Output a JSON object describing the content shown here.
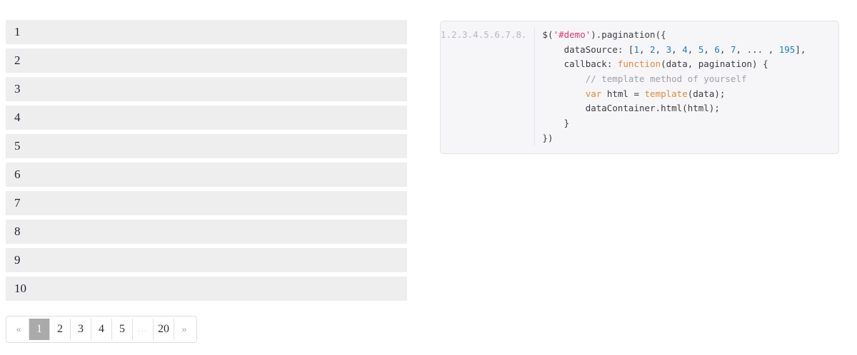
{
  "demo_list": {
    "items": [
      "1",
      "2",
      "3",
      "4",
      "5",
      "6",
      "7",
      "8",
      "9",
      "10"
    ]
  },
  "pagination": {
    "prev_label": "«",
    "next_label": "»",
    "ellipsis_label": "...",
    "pages": [
      "1",
      "2",
      "3",
      "4",
      "5"
    ],
    "last_page": "20",
    "active_page": "1",
    "active_bg": "#aaaaaa",
    "active_fg": "#ffffff"
  },
  "code": {
    "line_numbers": [
      "1.",
      "2.",
      "3.",
      "4.",
      "5.",
      "6.",
      "7.",
      "8."
    ],
    "lines": [
      {
        "n": "1.",
        "tokens": [
          {
            "t": "$(",
            "c": "plain"
          },
          {
            "t": "'#demo'",
            "c": "str"
          },
          {
            "t": ")",
            "c": "plain"
          },
          {
            "t": ".pagination({",
            "c": "plain"
          }
        ]
      },
      {
        "n": "2.",
        "tokens": [
          {
            "t": "    dataSource",
            "c": "plain"
          },
          {
            "t": ": [",
            "c": "plain"
          },
          {
            "t": "1",
            "c": "num"
          },
          {
            "t": ", ",
            "c": "plain"
          },
          {
            "t": "2",
            "c": "num"
          },
          {
            "t": ", ",
            "c": "plain"
          },
          {
            "t": "3",
            "c": "num"
          },
          {
            "t": ", ",
            "c": "plain"
          },
          {
            "t": "4",
            "c": "num"
          },
          {
            "t": ", ",
            "c": "plain"
          },
          {
            "t": "5",
            "c": "num"
          },
          {
            "t": ", ",
            "c": "plain"
          },
          {
            "t": "6",
            "c": "num"
          },
          {
            "t": ", ",
            "c": "plain"
          },
          {
            "t": "7",
            "c": "num"
          },
          {
            "t": ", ",
            "c": "plain"
          },
          {
            "t": "...",
            "c": "plain"
          },
          {
            "t": " , ",
            "c": "plain"
          },
          {
            "t": "195",
            "c": "num"
          },
          {
            "t": "],",
            "c": "plain"
          }
        ]
      },
      {
        "n": "3.",
        "tokens": [
          {
            "t": "    callback",
            "c": "plain"
          },
          {
            "t": ": ",
            "c": "plain"
          },
          {
            "t": "function",
            "c": "key"
          },
          {
            "t": "(data, pagination) {",
            "c": "plain"
          }
        ]
      },
      {
        "n": "4.",
        "tokens": [
          {
            "t": "        // template method of yourself",
            "c": "com"
          }
        ]
      },
      {
        "n": "5.",
        "tokens": [
          {
            "t": "        ",
            "c": "plain"
          },
          {
            "t": "var",
            "c": "key"
          },
          {
            "t": " html = ",
            "c": "plain"
          },
          {
            "t": "template",
            "c": "fn"
          },
          {
            "t": "(data);",
            "c": "plain"
          }
        ]
      },
      {
        "n": "6.",
        "tokens": [
          {
            "t": "        dataContainer.html(html);",
            "c": "plain"
          }
        ]
      },
      {
        "n": "7.",
        "tokens": [
          {
            "t": "    }",
            "c": "plain"
          }
        ]
      },
      {
        "n": "8.",
        "tokens": [
          {
            "t": "})",
            "c": "plain"
          }
        ]
      }
    ]
  },
  "colors": {
    "list_bg": "#eeeeee",
    "code_bg": "#f6f6f8",
    "code_border": "#e4e4e8",
    "string": "#e0366b",
    "number": "#1a7fc1",
    "keyword": "#e08a3c",
    "comment": "#a0a0a8"
  }
}
